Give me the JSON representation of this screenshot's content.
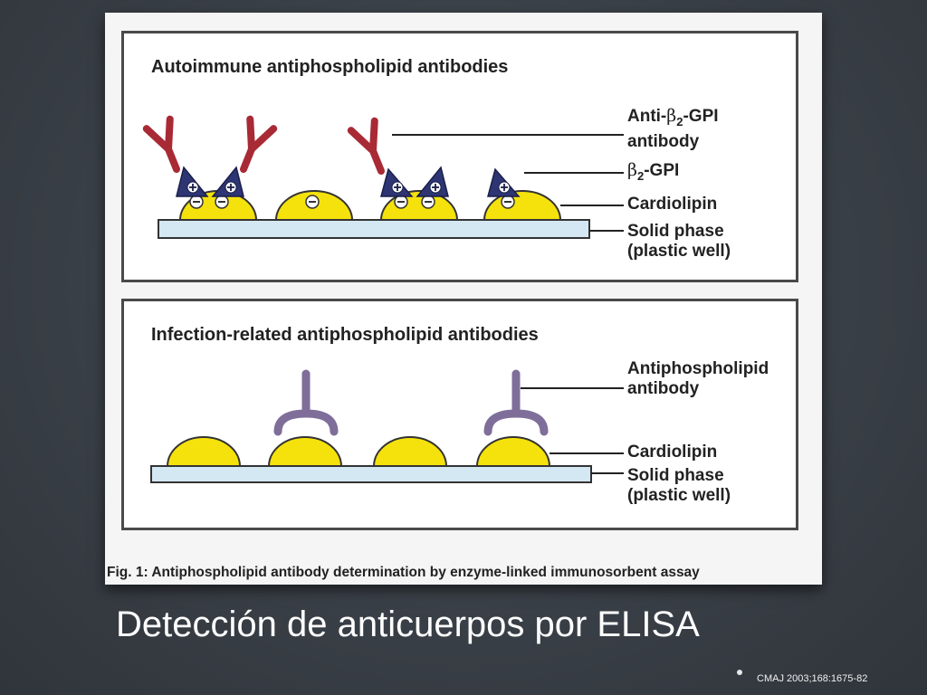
{
  "top_panel": {
    "title": "Autoimmune antiphospholipid antibodies",
    "labels": {
      "anti_prefix": "Anti-",
      "beta": "β",
      "sub": "2",
      "gpi_suffix": "-GPI",
      "antibody": "antibody",
      "beta2gpi_suffix": "-GPI",
      "cardiolipin": "Cardiolipin",
      "solid_phase": "Solid phase",
      "plastic_well": "(plastic well)"
    }
  },
  "bottom_panel": {
    "title": "Infection-related antiphospholipid antibodies",
    "labels": {
      "antiphospholipid": "Antiphospholipid",
      "antibody": "antibody",
      "cardiolipin": "Cardiolipin",
      "solid_phase": "Solid phase",
      "plastic_well": "(plastic well)"
    }
  },
  "caption": "Fig. 1: Antiphospholipid antibody determination by enzyme-linked immunosorbent assay",
  "slide_title": "Detección de anticuerpos por ELISA",
  "citation": "CMAJ 2003;168:1675-82",
  "colors": {
    "antibody_red": "#a82a35",
    "gpi_navy": "#2e3573",
    "cardiolipin_yellow": "#f5e20c",
    "solid_phase": "#d4e8f3",
    "antibody_purple": "#7e6e99"
  }
}
